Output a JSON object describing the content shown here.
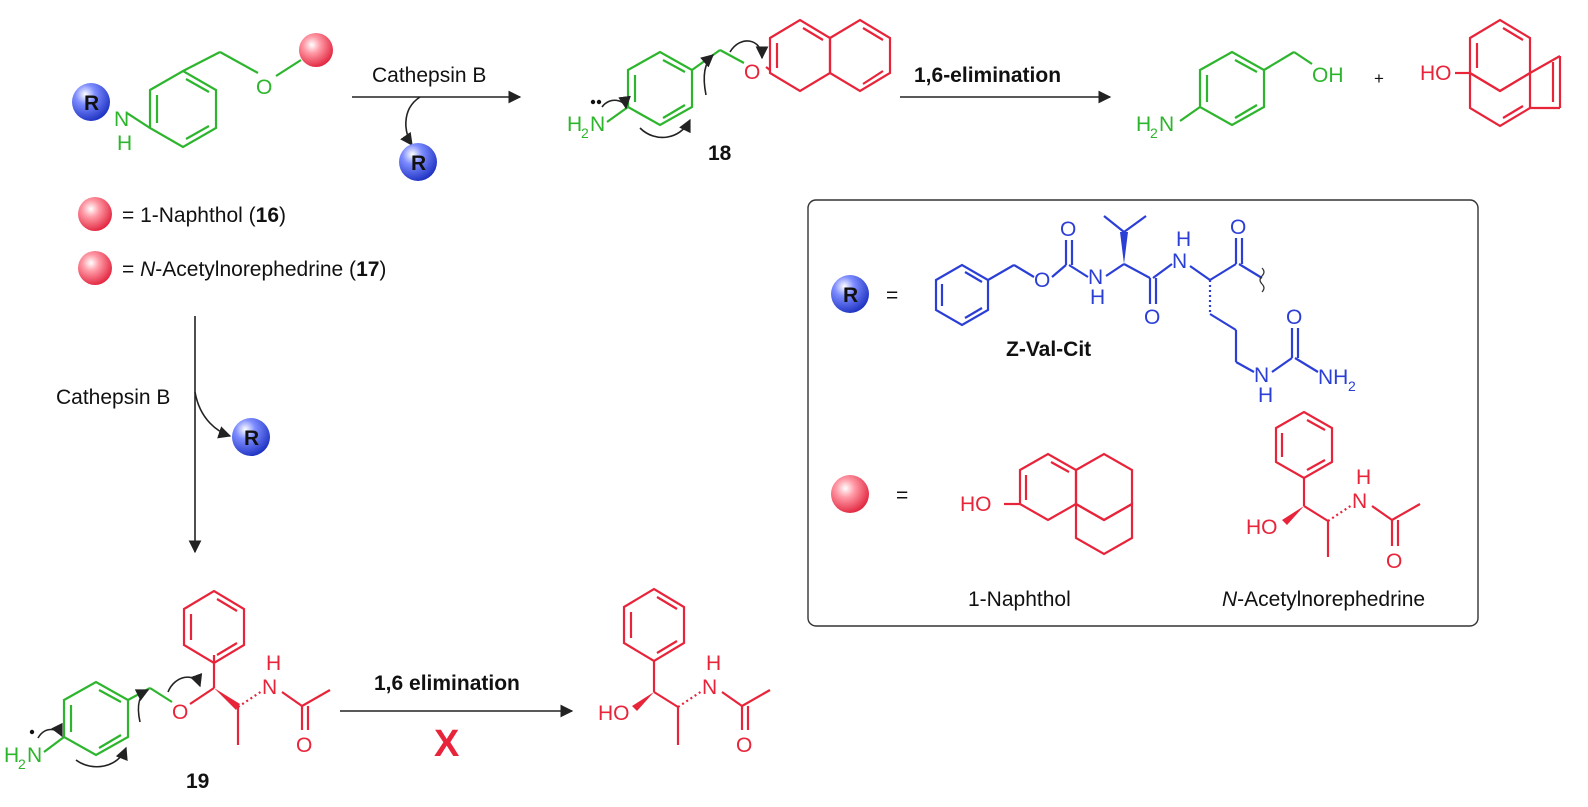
{
  "colors": {
    "linker": "#2db52d",
    "payload": "#e8243a",
    "peptide": "#2b3fd6",
    "text": "#111111"
  },
  "atoms": {
    "R": "R",
    "N": "N",
    "H": "H",
    "O": "O",
    "OH": "OH",
    "HO": "HO",
    "H2N_H": "H",
    "H2N_2": "2",
    "H2N_N": "N",
    "NH2_N": "NH",
    "NH2_2": "2",
    "plus": "+",
    "equals": "=",
    "cross": "X"
  },
  "arrows": {
    "top_step1": "Cathepsin B",
    "top_step2": "1,6-elimination",
    "left_step": "Cathepsin B",
    "bottom_step": "1,6 elimination"
  },
  "legend": {
    "line1_prefix": "= 1-Naphthol (",
    "line1_num": "16",
    "line1_suffix": ")",
    "line2_prefix": "= ",
    "line2_italic": "N",
    "line2_rest": "-Acetylnorephedrine (",
    "line2_num": "17",
    "line2_suffix": ")"
  },
  "compounds": {
    "c18": "18",
    "c19": "19"
  },
  "box": {
    "peptide_name": "Z-Val-Cit",
    "payload1_name": "1-Naphthol",
    "payload2_italic": "N",
    "payload2_rest": "-Acetylnorephedrine"
  }
}
